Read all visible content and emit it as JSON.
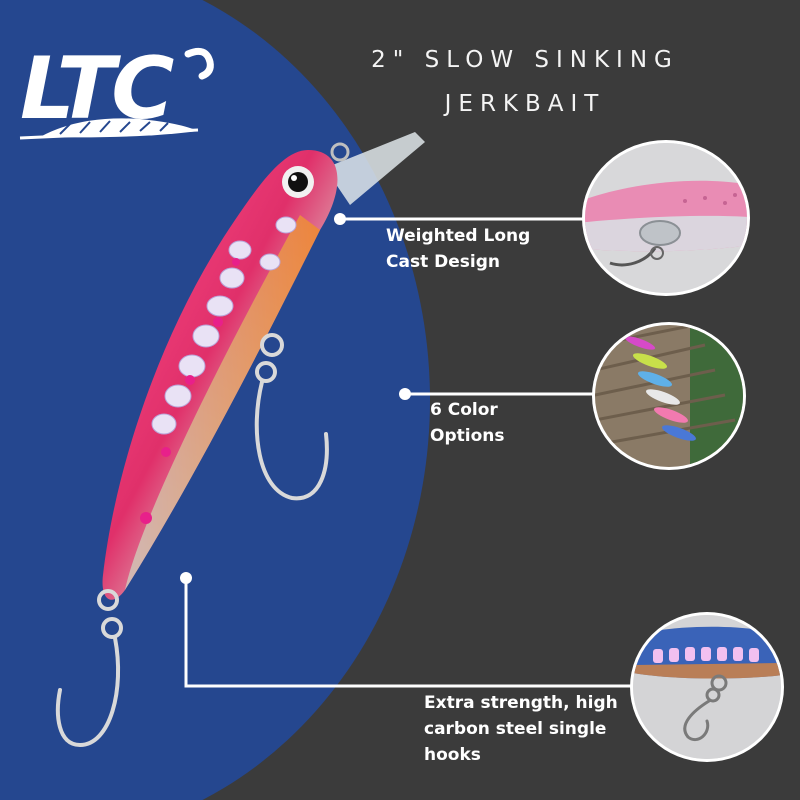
{
  "brand": {
    "logo_text": "LTC"
  },
  "title": {
    "line1": "2\" SLOW SINKING",
    "line2": "JERKBAIT"
  },
  "features": [
    {
      "label_line1": "Weighted Long",
      "label_line2": "Cast Design"
    },
    {
      "label_line1": "6 Color",
      "label_line2": "Options"
    },
    {
      "label_line1": "Extra strength, high",
      "label_line2": "carbon steel single",
      "label_line3": "hooks"
    }
  ],
  "colors": {
    "background": "#3b3b3b",
    "accent_blue": "#25478f",
    "text": "#ffffff",
    "lure_pink": "#e8326f",
    "lure_orange": "#f08a2e"
  }
}
